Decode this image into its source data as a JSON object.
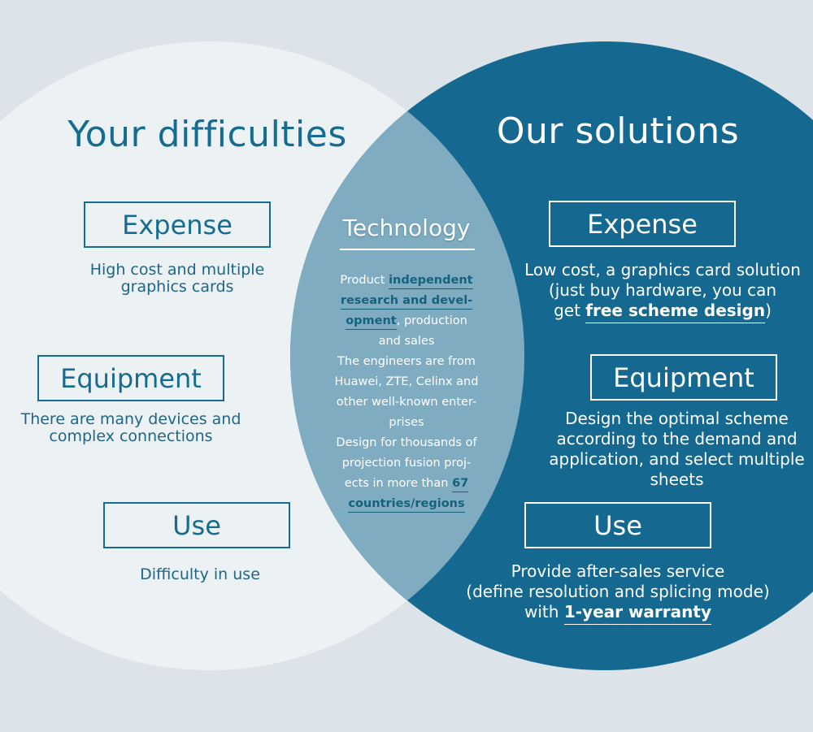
{
  "colors": {
    "background": "#dce3e9",
    "left_circle": "#ecf1f4",
    "right_circle": "#156990",
    "overlap": "#80acc1",
    "accent": "#156c90"
  },
  "left": {
    "title": "Your difficulties",
    "items": [
      {
        "label": "Expense",
        "desc": [
          "High cost and multiple",
          "graphics cards"
        ]
      },
      {
        "label": "Equipment",
        "desc": [
          "There are many devices and",
          "complex connections"
        ]
      },
      {
        "label": "Use",
        "desc": [
          "Difficulty in use"
        ]
      }
    ]
  },
  "right": {
    "title": "Our solutions",
    "items": [
      {
        "label": "Expense",
        "desc": [
          "Low cost, a graphics card solution",
          "(just buy hardware, you can",
          "get "
        ],
        "highlight": "free scheme design",
        "tail": ")"
      },
      {
        "label": "Equipment",
        "desc": [
          "Design the optimal scheme",
          "according to the demand and",
          "application, and select multiple",
          "sheets"
        ]
      },
      {
        "label": "Use",
        "desc": [
          "Provide after-sales service",
          "(define resolution and splicing mode)",
          "with "
        ],
        "highlight": "1-year warranty"
      }
    ]
  },
  "center": {
    "title": "Technology",
    "lines": {
      "l1_pre": "Product ",
      "l1_hl": "independent",
      "l2_hl": "research and devel-",
      "l3_hl": "opment",
      "l3_post": ", production",
      "l4": "and sales",
      "l5": "The engineers are from",
      "l6": "Huawei, ZTE, Celinx and",
      "l7": "other well-known enter-",
      "l8": "prises",
      "l9": "Design for thousands of",
      "l10": "projection fusion proj-",
      "l11_pre": "ects in more than ",
      "l11_hl": "67",
      "l12_hl": "countries/regions"
    }
  }
}
